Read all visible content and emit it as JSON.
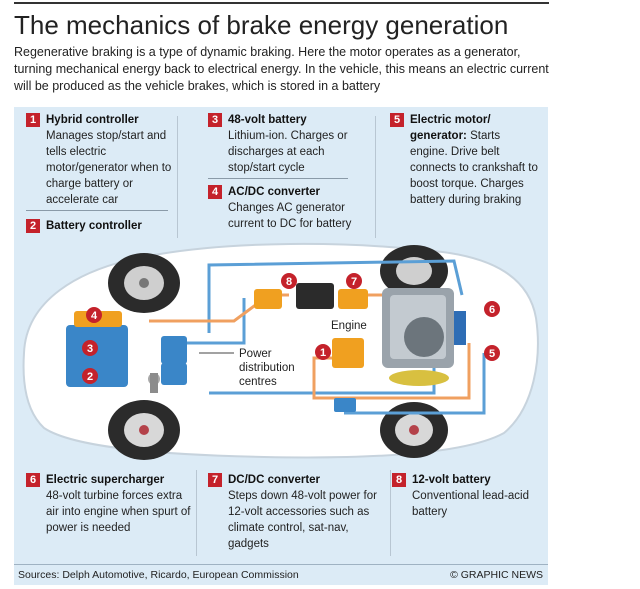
{
  "title": "The mechanics of brake energy generation",
  "subtitle": "Regenerative braking is a type of dynamic braking. Here the motor operates as a generator, turning mechanical energy back to electrical energy. In the vehicle, this means an electric current will be produced as the vehicle brakes, which is stored in a battery",
  "items": [
    {
      "num": "1",
      "title": "Hybrid controller",
      "desc": "Manages stop/start and tells electric motor/generator when to charge battery or accelerate car"
    },
    {
      "num": "2",
      "title": "Battery controller",
      "desc": ""
    },
    {
      "num": "3",
      "title": "48-volt battery",
      "desc": "Lithium-ion. Charges or discharges at each stop/start cycle"
    },
    {
      "num": "4",
      "title": "AC/DC converter",
      "desc": "Changes AC generator current to DC for battery"
    },
    {
      "num": "5",
      "title": "Electric motor/ generator:",
      "desc": "Starts engine. Drive belt connects to crankshaft to boost torque. Charges battery during braking"
    },
    {
      "num": "6",
      "title": "Electric supercharger",
      "desc": "48-volt turbine forces extra air into engine when spurt of power is needed"
    },
    {
      "num": "7",
      "title": "DC/DC converter",
      "desc": "Steps down 48-volt power for 12-volt accessories such as climate control, sat-nav, gadgets"
    },
    {
      "num": "8",
      "title": "12-volt battery",
      "desc": "Conventional lead-acid battery"
    }
  ],
  "diagram": {
    "engine_label": "Engine",
    "distribution_label": "Power distribution centres",
    "markers": [
      "8",
      "7",
      "6",
      "5",
      "4",
      "3",
      "2",
      "1"
    ]
  },
  "footer": {
    "sources": "Sources: Delph Automotive, Ricardo, European Commission",
    "credit": "© GRAPHIC NEWS"
  },
  "colors": {
    "accent": "#c4222b",
    "panel": "#dcebf6",
    "battery": "#3a86c8",
    "converter": "#f0a020",
    "cable_warm": "#f0a060",
    "cable_cool": "#5b9fd6"
  }
}
